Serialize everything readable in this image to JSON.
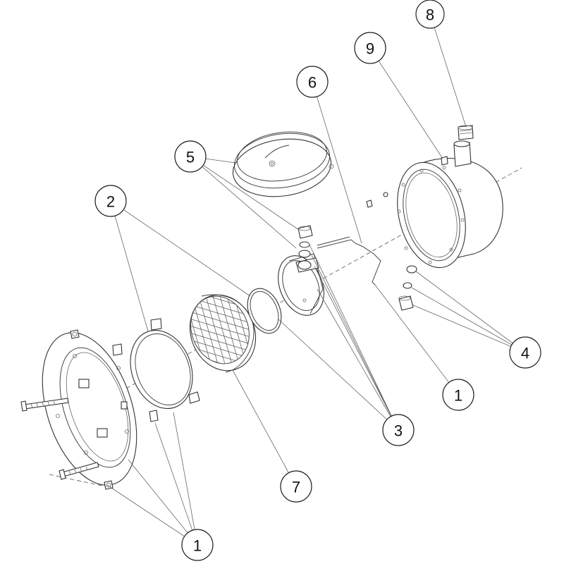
{
  "callouts": [
    {
      "id": "c1a",
      "label": "1"
    },
    {
      "id": "c1b",
      "label": "1"
    },
    {
      "id": "c2",
      "label": "2"
    },
    {
      "id": "c3",
      "label": "3"
    },
    {
      "id": "c4",
      "label": "4"
    },
    {
      "id": "c5",
      "label": "5"
    },
    {
      "id": "c6",
      "label": "6"
    },
    {
      "id": "c7",
      "label": "7"
    },
    {
      "id": "c8",
      "label": "8"
    },
    {
      "id": "c9",
      "label": "9"
    }
  ]
}
